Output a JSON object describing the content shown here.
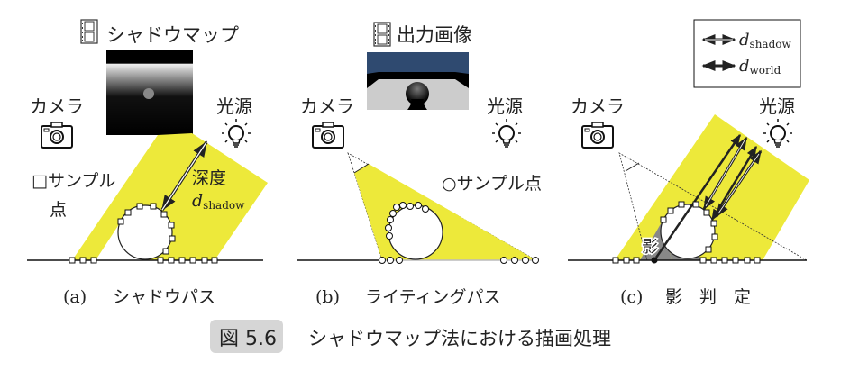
{
  "panels": {
    "a": {
      "image_label": "シャドウマップ",
      "camera_label": "カメラ",
      "light_label": "光源",
      "sample_label_1": "□サンプル",
      "sample_label_2": "点",
      "depth_label": "深度",
      "depth_symbol": "d",
      "depth_sub": "shadow",
      "caption_id": "(a)",
      "caption": "シャドウパス"
    },
    "b": {
      "image_label": "出力画像",
      "camera_label": "カメラ",
      "light_label": "光源",
      "sample_label": "○サンプル点",
      "caption_id": "(b)",
      "caption": "ライティングパス"
    },
    "c": {
      "camera_label": "カメラ",
      "light_label": "光源",
      "shadow_label": "影",
      "caption_id": "(c)",
      "caption": "影　判　定",
      "legend": [
        {
          "symbol": "d",
          "sub": "shadow"
        },
        {
          "symbol": "d",
          "sub": "world"
        }
      ]
    }
  },
  "figure": {
    "badge": "図 5.6",
    "title": "シャドウマップ法における描画処理"
  },
  "colors": {
    "light": "#ede93a",
    "badge": "#d6d6d6",
    "sky": "#2f4a70"
  }
}
